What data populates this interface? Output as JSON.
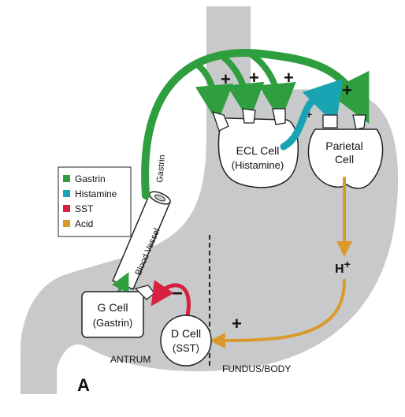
{
  "colors": {
    "gastrin": "#2e9e3f",
    "histamine": "#1aa3b3",
    "sst": "#d8203f",
    "acid": "#d99a2b",
    "stomach": "#c8c9cb",
    "outline": "#222222"
  },
  "legend": [
    {
      "label": "Gastrin",
      "color": "#2e9e3f"
    },
    {
      "label": "Histamine",
      "color": "#1aa3b3"
    },
    {
      "label": "SST",
      "color": "#d8203f"
    },
    {
      "label": "Acid",
      "color": "#d99a2b"
    }
  ],
  "cells": {
    "ecl_line1": "ECL Cell",
    "ecl_line2": "(Histamine)",
    "parietal_line1": "Parietal",
    "parietal_line2": "Cell",
    "g_line1": "G Cell",
    "g_line2": "(Gastrin)",
    "d_line1": "D Cell",
    "d_line2": "(SST)"
  },
  "labels": {
    "blood_vessel": "Blood Vessel",
    "gastrin_arrow": "Gastrin",
    "proton": "H",
    "proton_sup": "+",
    "antrum": "ANTRUM",
    "fundus": "FUNDUS/BODY",
    "panel": "A"
  },
  "signs": {
    "plus": "+",
    "minus": "−"
  }
}
